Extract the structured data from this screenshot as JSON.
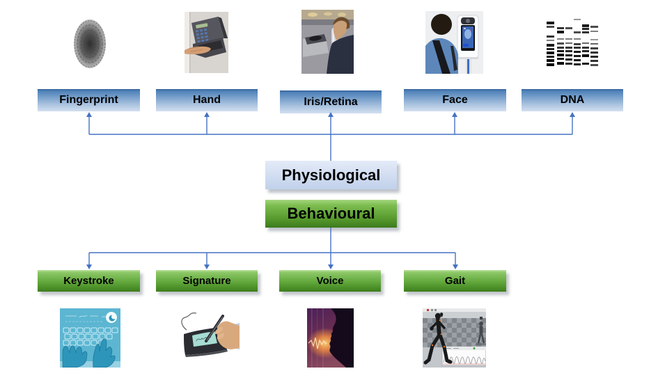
{
  "connector_color": "#4472c4",
  "categories": {
    "physiological": {
      "label": "Physiological",
      "accent_top": "#4d7fb6",
      "accent_bottom": "#d3e0f0",
      "items": [
        {
          "label": "Fingerprint",
          "icon": "fingerprint-photo"
        },
        {
          "label": "Hand",
          "icon": "hand-geometry-scanner-photo"
        },
        {
          "label": "Iris/Retina",
          "icon": "iris-retina-scanner-photo"
        },
        {
          "label": "Face",
          "icon": "face-recognition-kiosk-photo"
        },
        {
          "label": "DNA",
          "icon": "dna-gel-electrophoresis-photo"
        }
      ]
    },
    "behavioural": {
      "label": "Behavioural",
      "accent_top": "#8bc766",
      "accent_bottom": "#3f7d1e",
      "items": [
        {
          "label": "Keystroke",
          "icon": "keystroke-typing-illustration"
        },
        {
          "label": "Signature",
          "icon": "signature-pad-photo"
        },
        {
          "label": "Voice",
          "icon": "voice-sound-profile-photo"
        },
        {
          "label": "Gait",
          "icon": "gait-motion-analysis-photo"
        }
      ]
    }
  }
}
